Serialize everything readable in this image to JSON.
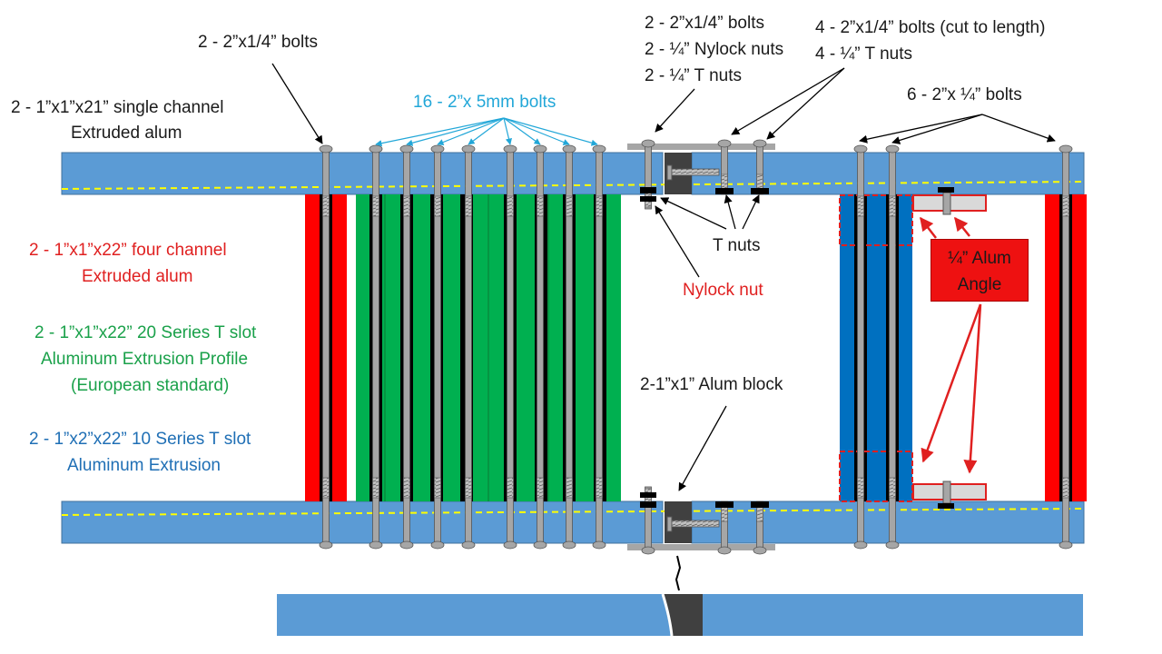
{
  "labels": {
    "bolts_top_left": "2 - 2”x1/4”  bolts",
    "single_channel_1": "2 - 1”x1”x21”  single channel",
    "single_channel_2": "Extruded alum",
    "metric_bolts": "16 - 2”x 5mm bolts",
    "mid_bolts": "2 - 2”x1/4”  bolts",
    "mid_nylock": "2 - ¼”  Nylock nuts",
    "mid_tnuts": "2 - ¼”  T nuts",
    "cut_bolts": "4 - 2”x1/4”  bolts (cut to length)",
    "cut_tnuts": "4 - ¼”  T nuts",
    "six_bolts": "6 - 2”x ¼”  bolts",
    "four_channel_1": "2 - 1”x1”x22”  four channel",
    "four_channel_2": "Extruded alum",
    "tslot20_1": "2 - 1”x1”x22”  20 Series T slot",
    "tslot20_2": "Aluminum Extrusion Profile",
    "tslot20_3": "(European standard)",
    "tslot10_1": "2 - 1”x2”x22”  10 Series T slot",
    "tslot10_2": "Aluminum Extrusion",
    "t_nuts": "T nuts",
    "nylock_nut": "Nylock nut",
    "alum_block": "2-1”x1”  Alum block",
    "alum_angle_1": "¼”  Alum",
    "alum_angle_2": "Angle"
  },
  "colors": {
    "channel_blue": "#5b9bd5",
    "red_extrusion": "#ff0000",
    "green_extrusion": "#00b050",
    "blue_extrusion": "#0070c0",
    "core_black": "#000000",
    "bolt_gray": "#a6a6a6",
    "dash_yellow": "#ffff00"
  }
}
